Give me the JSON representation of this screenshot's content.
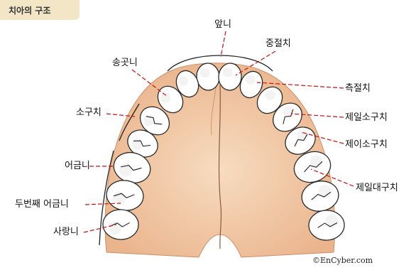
{
  "title": "치아의 구조",
  "labels": {
    "incisors": "앞니",
    "central_incisor": "중절치",
    "canine": "송곳니",
    "lateral_incisor": "측절치",
    "premolars": "소구치",
    "first_premolar": "제일소구치",
    "second_premolar": "제이소구치",
    "molars": "어금니",
    "first_molar": "제일대구치",
    "second_molar": "두번째 어금니",
    "wisdom_tooth": "사랑니"
  },
  "credit": "©EnCyber.com",
  "colors": {
    "palate": "#f2c9a6",
    "palate_edge": "#e9ae85",
    "tooth": "#ffffff",
    "tooth_outline": "#2a2a2a",
    "leader_line": "#cc1111",
    "title_tab": "#f3e6c7"
  }
}
